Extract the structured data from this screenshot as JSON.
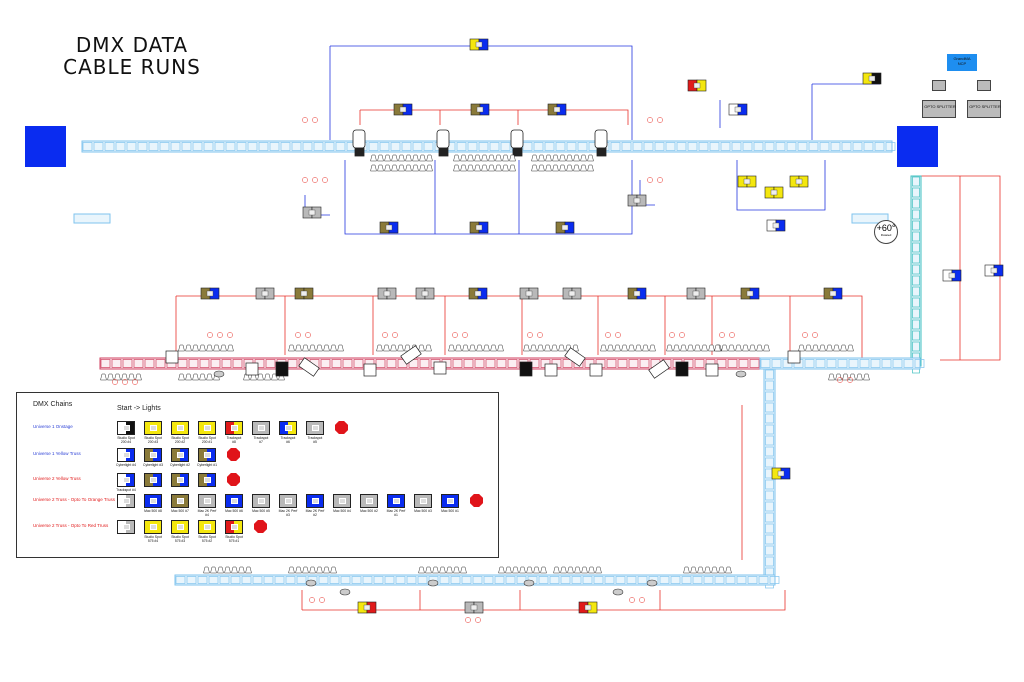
{
  "title": {
    "line1": "DMX  DATA",
    "line2": "CABLE RUNS"
  },
  "legend": {
    "heading": "DMX Chains",
    "subheading": "Start -> Lights",
    "rows": [
      {
        "label": "Universe 1 Onstage",
        "color": "#2a3fd6",
        "chips": [
          {
            "colors": [
              "#ffffff",
              "#111111"
            ],
            "caption": [
              "Studio Spot",
              "200 #4"
            ]
          },
          {
            "colors": [
              "#f4e70e",
              "#f4e70e"
            ],
            "caption": [
              "Studio Spot",
              "200 #3"
            ]
          },
          {
            "colors": [
              "#f4e70e",
              "#f4e70e"
            ],
            "caption": [
              "Studio Spot",
              "200 #2"
            ]
          },
          {
            "colors": [
              "#f4e70e",
              "#f4e70e"
            ],
            "caption": [
              "Studio Spot",
              "200 #1"
            ]
          },
          {
            "colors": [
              "#e11a1a",
              "#f4e70e"
            ],
            "caption": [
              "Trackspot",
              "#8"
            ]
          },
          {
            "colors": [
              "#b9b9b9",
              "#b9b9b9"
            ],
            "caption": [
              "Trackspot",
              "#7"
            ]
          },
          {
            "colors": [
              "#0a2cf0",
              "#f4e70e"
            ],
            "caption": [
              "Trackspot",
              "#6"
            ]
          },
          {
            "colors": [
              "#b9b9b9",
              "#b9b9b9"
            ],
            "caption": [
              "Trackspot",
              "#5"
            ]
          }
        ]
      },
      {
        "label": "Universe 1 Yellow Truss",
        "color": "#2a3fd6",
        "chips": [
          {
            "colors": [
              "#ffffff",
              "#0a2cf0"
            ],
            "caption": [
              "Cyberlight #4"
            ]
          },
          {
            "colors": [
              "#8a7a3a",
              "#0a2cf0"
            ],
            "caption": [
              "Cyberlight #3"
            ]
          },
          {
            "colors": [
              "#8a7a3a",
              "#0a2cf0"
            ],
            "caption": [
              "Cyberlight #2"
            ]
          },
          {
            "colors": [
              "#8a7a3a",
              "#0a2cf0"
            ],
            "caption": [
              "Cyberlight #1"
            ]
          }
        ]
      },
      {
        "label": "Universe 2 Yellow Truss",
        "color": "#e11a1a",
        "chips": [
          {
            "colors": [
              "#ffffff",
              "#0a2cf0"
            ],
            "caption": [
              "Trackspot #4"
            ]
          },
          {
            "colors": [
              "#8a7a3a",
              "#0a2cf0"
            ],
            "caption": [
              ""
            ]
          },
          {
            "colors": [
              "#8a7a3a",
              "#0a2cf0"
            ],
            "caption": [
              ""
            ]
          },
          {
            "colors": [
              "#8a7a3a",
              "#0a2cf0"
            ],
            "caption": [
              ""
            ]
          }
        ]
      },
      {
        "label": "Universe 2 Truss - Opto To Orange Truss",
        "color": "#e11a1a",
        "chips": [
          {
            "colors": [
              "#ffffff",
              "#b9b9b9"
            ],
            "caption": [
              ""
            ]
          },
          {
            "colors": [
              "#0a2cf0",
              "#0a2cf0"
            ],
            "caption": [
              "Mac 500 #8"
            ]
          },
          {
            "colors": [
              "#8a7a3a",
              "#8a7a3a"
            ],
            "caption": [
              "Mac 500 #7"
            ]
          },
          {
            "colors": [
              "#b9b9b9",
              "#b9b9b9"
            ],
            "caption": [
              "Mac 2K Perf",
              "#4"
            ]
          },
          {
            "colors": [
              "#0a2cf0",
              "#0a2cf0"
            ],
            "caption": [
              "Mac 500 #6"
            ]
          },
          {
            "colors": [
              "#b9b9b9",
              "#b9b9b9"
            ],
            "caption": [
              "Mac 500 #5"
            ]
          },
          {
            "colors": [
              "#b9b9b9",
              "#b9b9b9"
            ],
            "caption": [
              "Mac 2K Perf",
              "#3"
            ]
          },
          {
            "colors": [
              "#0a2cf0",
              "#0a2cf0"
            ],
            "caption": [
              "Mac 2K Perf",
              "#2"
            ]
          },
          {
            "colors": [
              "#b9b9b9",
              "#b9b9b9"
            ],
            "caption": [
              "Mac 500 #4"
            ]
          },
          {
            "colors": [
              "#b9b9b9",
              "#b9b9b9"
            ],
            "caption": [
              "Mac 500 #2"
            ]
          },
          {
            "colors": [
              "#0a2cf0",
              "#0a2cf0"
            ],
            "caption": [
              "Mac 2K Perf",
              "#1"
            ]
          },
          {
            "colors": [
              "#b9b9b9",
              "#b9b9b9"
            ],
            "caption": [
              "Mac 500 #3"
            ]
          },
          {
            "colors": [
              "#0a2cf0",
              "#0a2cf0"
            ],
            "caption": [
              "Mac 500 #1"
            ]
          }
        ]
      },
      {
        "label": "Universe 2 Truss - Opto To Red Truss",
        "color": "#e11a1a",
        "chips": [
          {
            "colors": [
              "#ffffff",
              "#b9b9b9"
            ],
            "caption": [
              ""
            ]
          },
          {
            "colors": [
              "#f4e70e",
              "#f4e70e"
            ],
            "caption": [
              "Studio Spot",
              "575 #4"
            ]
          },
          {
            "colors": [
              "#f4e70e",
              "#f4e70e"
            ],
            "caption": [
              "Studio Spot",
              "575 #3"
            ]
          },
          {
            "colors": [
              "#f4e70e",
              "#f4e70e"
            ],
            "caption": [
              "Studio Spot",
              "575 #2"
            ]
          },
          {
            "colors": [
              "#e11a1a",
              "#f4e70e"
            ],
            "caption": [
              "Studio Spot",
              "575 #1"
            ]
          }
        ]
      }
    ]
  },
  "nodes": {
    "opto_splitter_1": "OPTO SPLITTER",
    "opto_splitter_2": "OPTO SPLITTER",
    "grandma": [
      "GrandMA",
      "NCP"
    ]
  },
  "badge": {
    "angle": "+60°",
    "note": "Rotated"
  },
  "colors": {
    "truss_blue": "#7fc3ee",
    "truss_red": "#d04060",
    "cable_red": "#e8312a",
    "cable_blue": "#2436e0",
    "brand_blue": "#0a2cf0",
    "yellow": "#f4e70e",
    "olive": "#8a7a3a"
  }
}
